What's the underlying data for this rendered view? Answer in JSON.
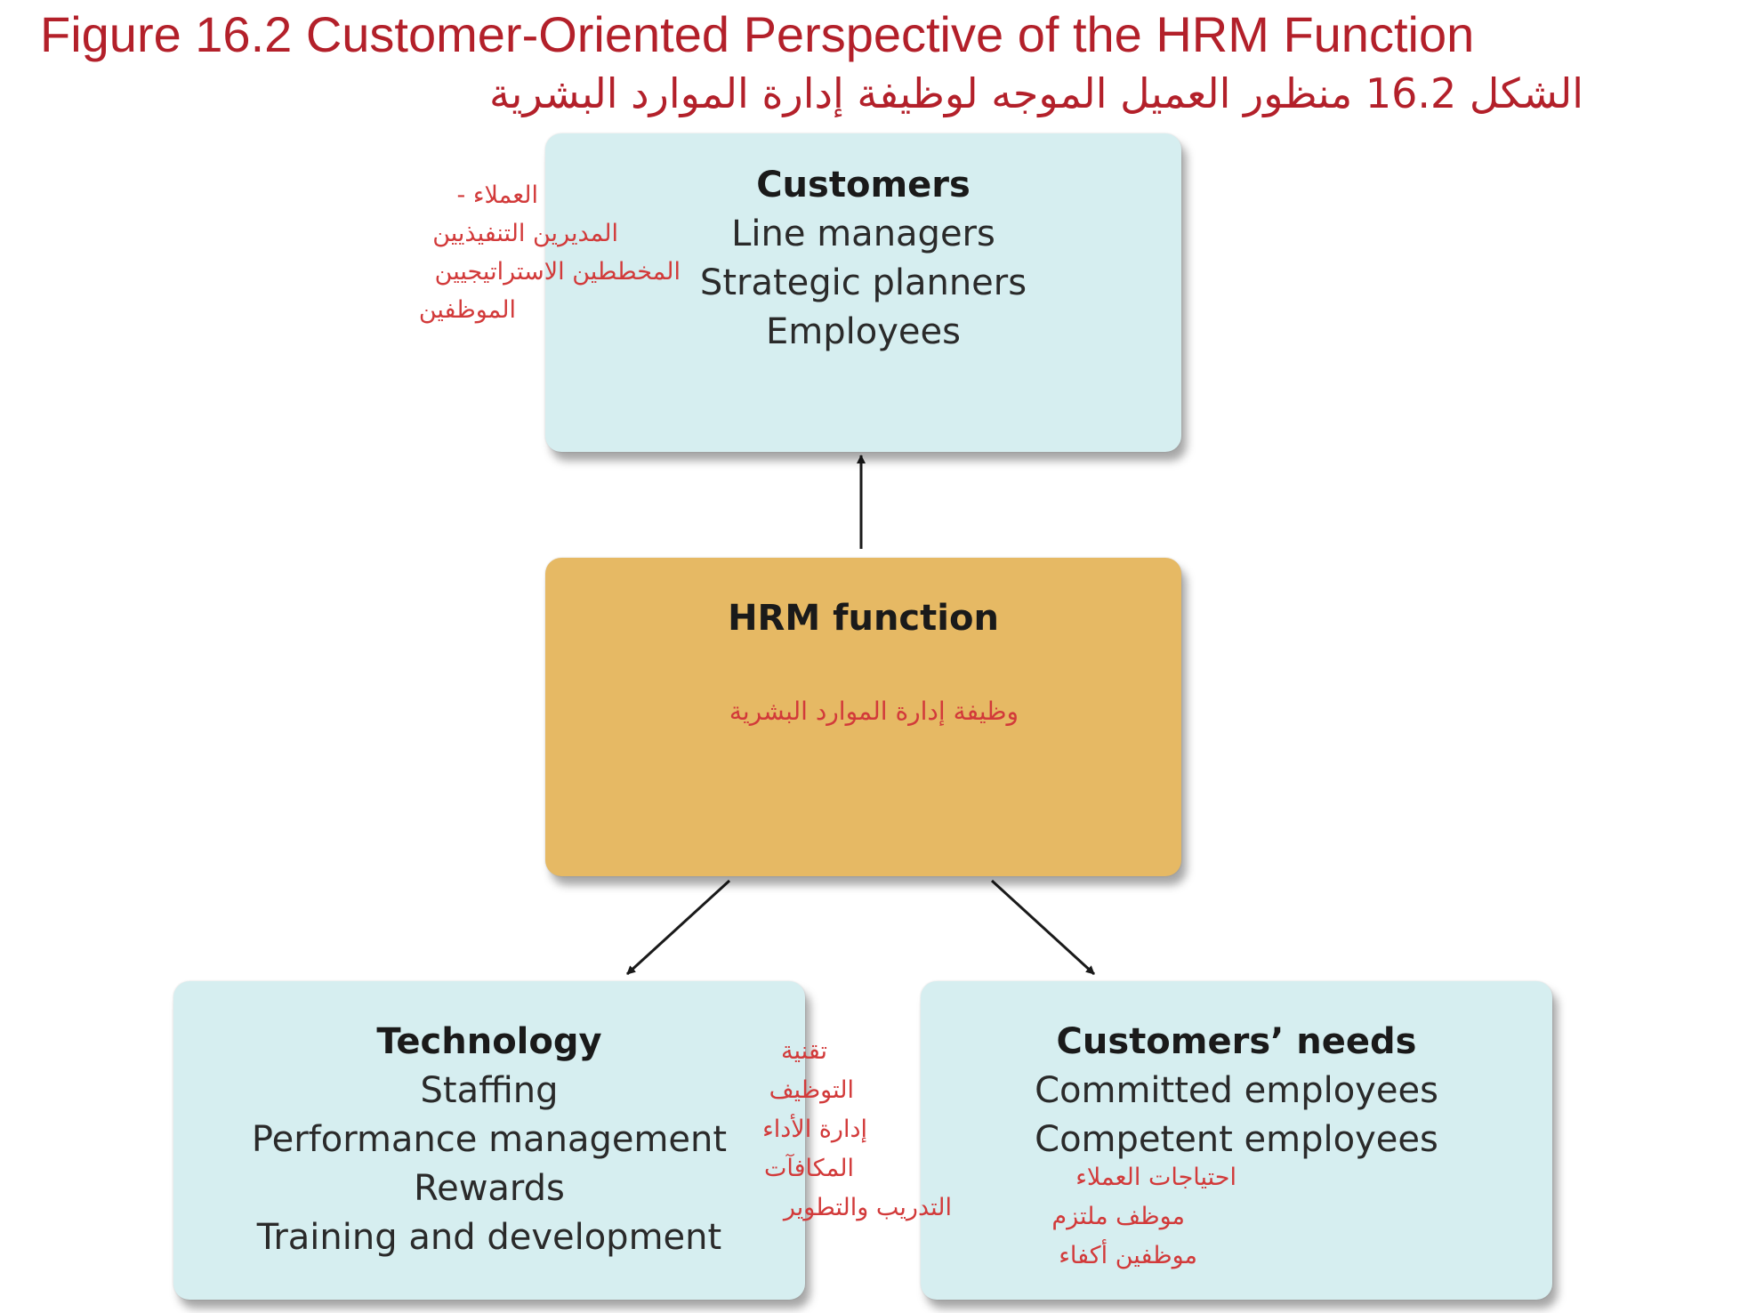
{
  "title": {
    "english": "Figure 16.2 Customer-Oriented Perspective of  the HRM Function",
    "arabic": "الشكل 16.2 منظور العميل الموجه لوظيفة إدارة الموارد البشرية"
  },
  "boxes": {
    "customers": {
      "title": "Customers",
      "items": [
        "Line managers",
        "Strategic planners",
        "Employees"
      ],
      "color": "#d6eef0"
    },
    "hrm": {
      "title": "HRM function",
      "color": "#e6b964"
    },
    "technology": {
      "title": "Technology",
      "items": [
        "Staffing",
        "Performance management",
        "Rewards",
        "Training and development"
      ],
      "color": "#d6eef0"
    },
    "needs": {
      "title": "Customers’ needs",
      "items": [
        "Committed employees",
        "Competent employees"
      ],
      "color": "#d6eef0"
    }
  },
  "annotations": {
    "customers": [
      "العملاء -",
      "المديرين التنفيذيين",
      "المخططين الاستراتيجيين",
      "الموظفين"
    ],
    "hrm": "وظيفة إدارة الموارد البشرية",
    "technology": [
      "تقنية",
      "التوظيف",
      "إدارة الأداء",
      "المكافآت",
      "التدريب والتطوير"
    ],
    "needs": [
      "احتياجات العملاء",
      "موظف ملتزم",
      "موظفين أكفاء"
    ]
  },
  "colors": {
    "title": "#b3202a",
    "annotation": "#d23a3a",
    "arrow": "#1a1a1a"
  }
}
